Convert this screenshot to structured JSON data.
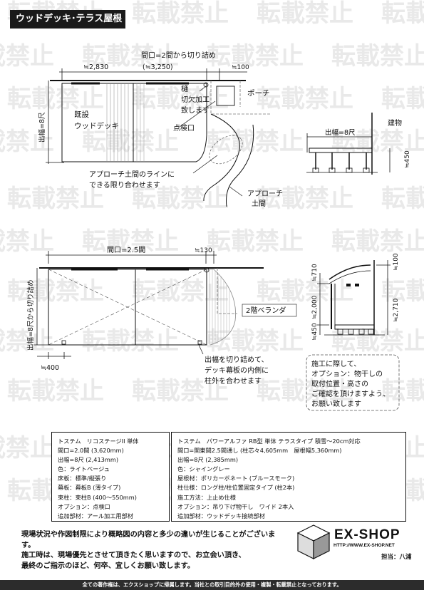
{
  "header": {
    "title": "ウッドデッキ･テラス屋根"
  },
  "watermark": {
    "text": "転載禁止"
  },
  "plan_top": {
    "opening_label": "間口=2間から切り詰め",
    "dim_left": "≒2,830",
    "dim_total": "(≒3,250)",
    "dim_right": "≒100",
    "depth_label": "出幅=8尺",
    "deck_label_1": "既設",
    "deck_label_2": "ウッドデッキ",
    "notch_1": "樋",
    "notch_2": "切欠加工",
    "notch_3": "致します",
    "inspection": "点検口",
    "porch": "ポーチ",
    "approach_note_1": "アプローチ土間のラインに",
    "approach_note_2": "できる限り合わせます",
    "approach_1": "アプローチ",
    "approach_2": "土間"
  },
  "section_top": {
    "building": "建物",
    "depth": "出幅=8尺",
    "height": "≒450"
  },
  "plan_bottom": {
    "opening_label": "間口=2.5間",
    "dim_right": "≒130",
    "depth_label": "出幅=8尺から切り詰め",
    "veranda": "2階ベランダ",
    "dim_bottom": "≒400",
    "note_1": "出幅を切り詰めて、",
    "note_2": "デッキ幕板の内側に",
    "note_3": "柱外を合わせます"
  },
  "section_bottom": {
    "dim_a": "≒710",
    "dim_b": "≒2,000",
    "dim_c": "≒450",
    "dim_d": "≒100",
    "dim_e": "≒2,710"
  },
  "construction_note": {
    "lines": [
      "施工に際して、",
      "オプション：物干しの",
      "取付位置・高さの",
      "ご確認を頂けますよう、",
      "お願い致します"
    ]
  },
  "spec_deck": {
    "lines": [
      "トステム　リコステージII 単体",
      "間口=2.0間 (3,620mm)",
      "出幅=8尺 (2,413mm)",
      "色：ライトベージュ",
      "床板：標準/縦張り",
      "幕板：幕板B (薄タイプ)",
      "束柱：束柱B (400～550mm)",
      "オプション：点検口",
      "追加部材：アール加工用部材"
    ]
  },
  "spec_roof": {
    "lines": [
      "トステム　パワーアルファ RB型 単体 テラスタイプ 積雪～20cm対応",
      "間口=関東間2.5間通し (柱芯々4,605mm　屋根幅5,360mm)",
      "出幅=8尺 (2,385mm)",
      "色：シャイングレー",
      "屋根材：ポリカーボネート (ブルースモーク)",
      "柱仕様：ロング柱/柱位置固定タイプ (柱2本)",
      "施工方法：上止め仕様",
      "オプション：吊り下げ物干し　ワイド 2本入",
      "追加部材：ウッドデッキ接続部材"
    ]
  },
  "notice": {
    "lines": [
      "現場状況や作図制限により概略図の内容と多少の違いが生じることがございます。",
      "施工時は、現場優先とさせて頂きたく思いますので、お立会い頂き、",
      "最終のご指示のほど、何卒、宜しくお願い致します。"
    ]
  },
  "logo": {
    "name": "EX-SHOP",
    "url": "HTTP://WWW.EX-SHOP.NET",
    "staff": "担当：八浦"
  },
  "footer": {
    "text": "全ての著作権は、エクスショップに帰属します。当社との取引目的外の使用・複製・転載禁止となっております。"
  }
}
